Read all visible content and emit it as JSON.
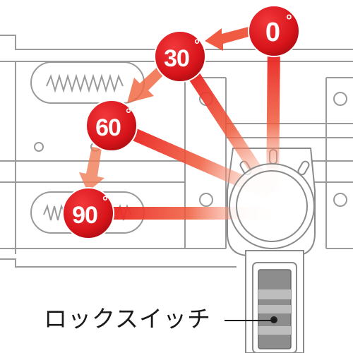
{
  "angles": [
    {
      "value": "0",
      "unit": "°"
    },
    {
      "value": "30",
      "unit": "°"
    },
    {
      "value": "60",
      "unit": "°"
    },
    {
      "value": "90",
      "unit": "°"
    }
  ],
  "callout": {
    "label": "ロックスイッチ"
  },
  "colors": {
    "badge_red": "#d7141a",
    "arrow_red": "#e8171d",
    "outline_gray": "#9a9a9a",
    "text_dark": "#1a1a1a"
  }
}
